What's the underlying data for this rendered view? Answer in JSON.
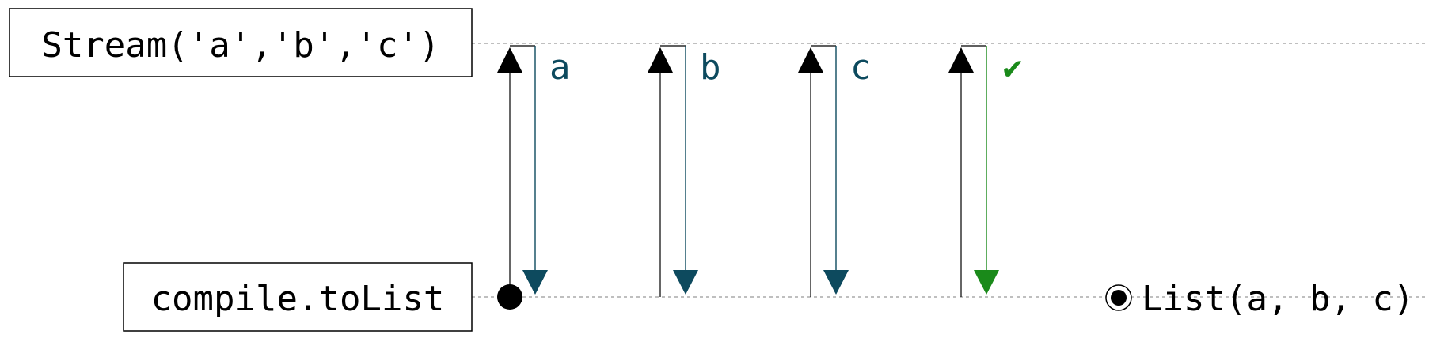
{
  "source": {
    "label": "Stream('a','b','c')"
  },
  "sink": {
    "label": "compile.toList"
  },
  "result": {
    "label": "List(a, b, c)"
  },
  "pulls": [
    {
      "emitted": "a",
      "kind": "element"
    },
    {
      "emitted": "b",
      "kind": "element"
    },
    {
      "emitted": "c",
      "kind": "element"
    },
    {
      "emitted": "✔",
      "kind": "completion"
    }
  ],
  "colors": {
    "element": "#0d4a5e",
    "completion": "#1a8a1a",
    "request": "#000000",
    "timeline": "#aaaaaa"
  }
}
